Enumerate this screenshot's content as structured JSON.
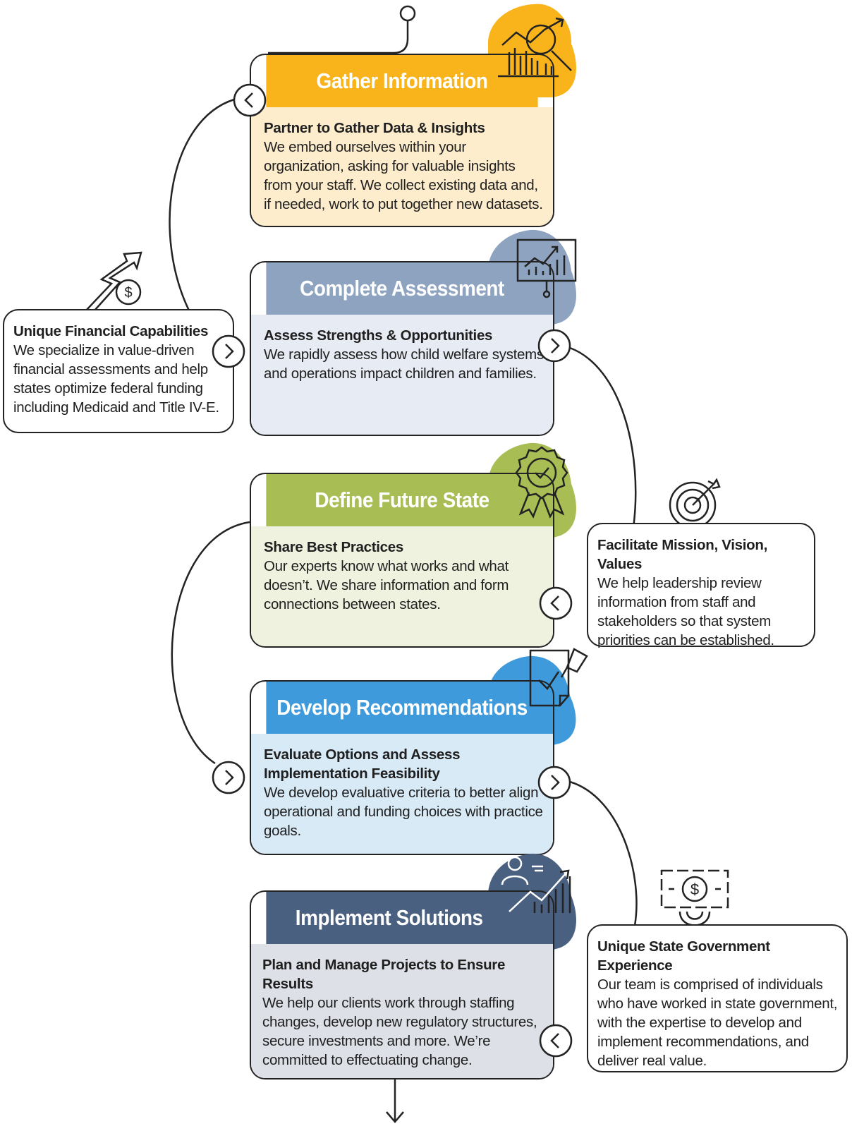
{
  "steps": [
    {
      "title": "Gather Information",
      "subtitle": "Partner to Gather Data & Insights",
      "text": "We embed ourselves within your organization, asking for valuable insights from your staff. We collect existing data and, if needed, work to put together new datasets.",
      "header_color": "#F9B31B",
      "body_color": "#FDEDCC",
      "icon": "analytics-magnifier-icon"
    },
    {
      "title": "Complete Assessment",
      "subtitle": "Assess Strengths & Opportunities",
      "text": "We rapidly assess how child welfare systems and operations impact children and families.",
      "header_color": "#8EA3C0",
      "body_color": "#E7EBF3",
      "icon": "presentation-chart-icon"
    },
    {
      "title": "Define Future State",
      "subtitle": "Share Best Practices",
      "text": "Our experts know what works and what doesn’t. We share information and form connections between states.",
      "header_color": "#A8BE55",
      "body_color": "#EEF2DF",
      "icon": "award-ribbon-icon"
    },
    {
      "title": "Develop Recommendations",
      "subtitle": "Evaluate Options and Assess Implementation Feasibility",
      "text": "We develop evaluative criteria to better align operational and funding choices with practice goals.",
      "header_color": "#3F9ADC",
      "body_color": "#D9EAF7",
      "icon": "document-pen-icon"
    },
    {
      "title": "Implement Solutions",
      "subtitle": "Plan and Manage Projects to Ensure Results",
      "text": "We help our clients work through staffing changes, develop new regulatory structures, secure investments and more. We’re committed to effectuating change.",
      "header_color": "#4A6080",
      "body_color": "#DDE1E7",
      "icon": "person-growth-chart-icon"
    }
  ],
  "side_cards": [
    {
      "title": "Unique Financial Capabilities",
      "text": "We specialize in value-driven financial assessments and help states optimize federal funding including Medicaid and Title IV-E.",
      "icon": "money-growth-arrow-icon"
    },
    {
      "title": "Facilitate Mission, Vision, Values",
      "text": "We help leadership review information from staff and stakeholders so that system priorities can be established.",
      "icon": "target-arrow-icon"
    },
    {
      "title": "Unique State Government Experience",
      "text": "Our team is comprised of individuals who have worked in state government, with the expertise to develop and implement recommendations, and deliver real value.",
      "icon": "dollar-bill-gear-icon"
    }
  ],
  "colors": {
    "outline": "#232323",
    "background": "#FFFFFF"
  }
}
